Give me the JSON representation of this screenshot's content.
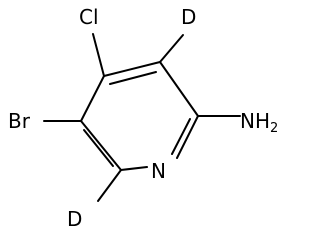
{
  "molecule": {
    "atoms": {
      "cl": "Cl",
      "d_top": "D",
      "br": "Br",
      "nh2_main": "NH",
      "nh2_sub": "2",
      "n": "N",
      "d_bottom": "D"
    }
  }
}
